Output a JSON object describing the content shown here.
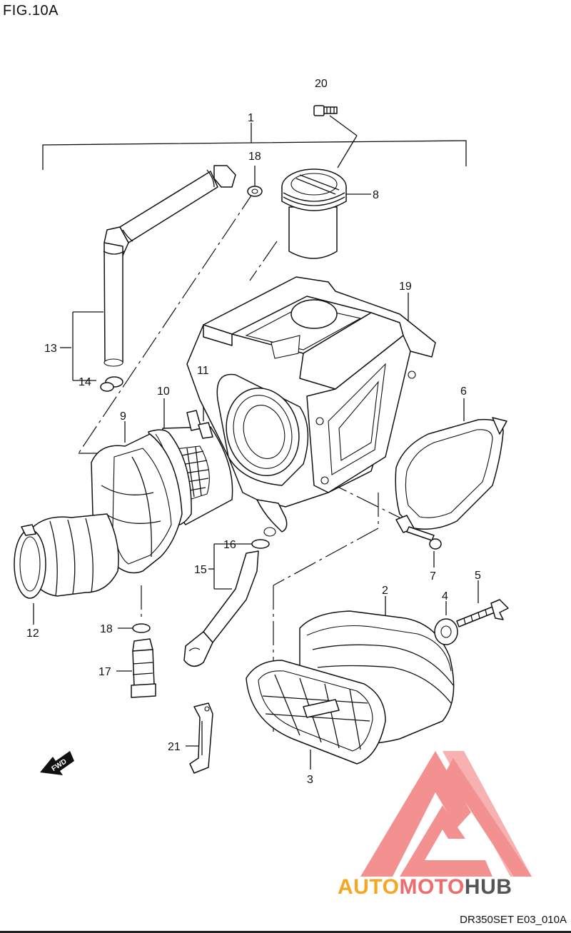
{
  "figure_title": "FIG.10A",
  "diagram_code": "DR350SET E03_010A",
  "watermark": {
    "part1": "AUTO",
    "part2": "MOTO",
    "part3": "HUB",
    "color_orange": "#f5a623",
    "color_red": "#f06b6b",
    "color_dark": "#555555"
  },
  "callouts": {
    "p1": "1",
    "p2": "2",
    "p3": "3",
    "p4": "4",
    "p5": "5",
    "p6": "6",
    "p7": "7",
    "p8": "8",
    "p9": "9",
    "p10": "10",
    "p11": "11",
    "p12": "12",
    "p13": "13",
    "p14": "14",
    "p15": "15",
    "p16": "16",
    "p17": "17",
    "p18a": "18",
    "p18b": "18",
    "p19": "19",
    "p20": "20",
    "p21": "21"
  },
  "fwd_label": "FWD"
}
